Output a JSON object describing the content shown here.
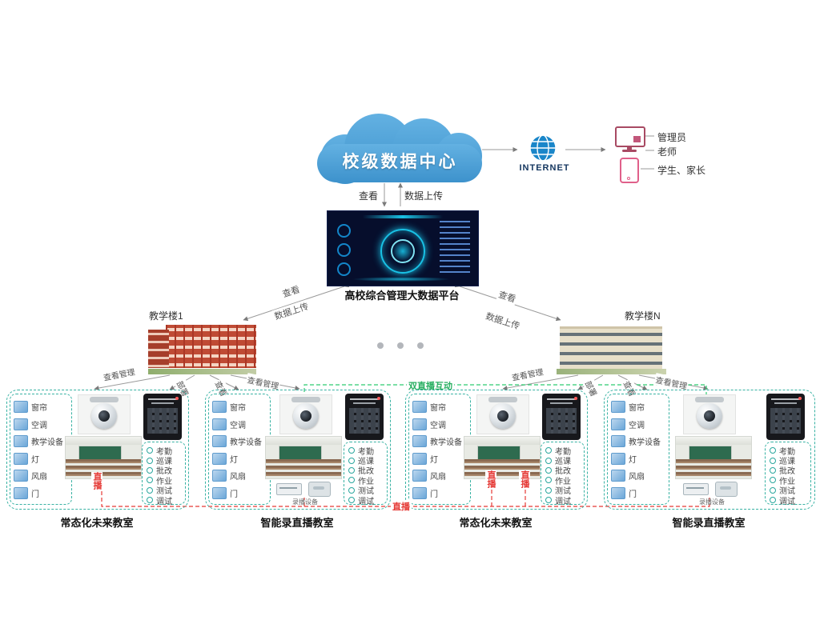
{
  "cloud": {
    "label": "校级数据中心"
  },
  "internet": {
    "label": "INTERNET"
  },
  "users": {
    "admin": "管理员",
    "teacher": "老师",
    "students": "学生、家长"
  },
  "platform": {
    "caption": "高校综合管理大数据平台"
  },
  "edges": {
    "view": "查看",
    "upload": "数据上传",
    "view_manage": "查看管理",
    "deploy": "部署",
    "live": "直播",
    "dual_live": "双直播互动"
  },
  "buildings": {
    "left": "教学楼1",
    "right": "教学楼N"
  },
  "classrooms": [
    {
      "label": "常态化未来教室",
      "devices": [
        "窗帘",
        "空调",
        "教学设备",
        "灯",
        "风扇",
        "门"
      ],
      "functions": [
        "考勤",
        "巡课",
        "批改",
        "作业",
        "测试",
        "调试"
      ]
    },
    {
      "label": "智能录直播教室",
      "devices": [
        "窗帘",
        "空调",
        "教学设备",
        "灯",
        "风扇",
        "门"
      ],
      "functions": [
        "考勤",
        "巡课",
        "批改",
        "作业",
        "测试",
        "调试"
      ],
      "equipment": "录播设备"
    },
    {
      "label": "常态化未来教室",
      "devices": [
        "窗帘",
        "空调",
        "教学设备",
        "灯",
        "风扇",
        "门"
      ],
      "functions": [
        "考勤",
        "巡课",
        "批改",
        "作业",
        "测试",
        "调试"
      ]
    },
    {
      "label": "智能录直播教室",
      "devices": [
        "窗帘",
        "空调",
        "教学设备",
        "灯",
        "风扇",
        "门"
      ],
      "functions": [
        "考勤",
        "巡课",
        "批改",
        "作业",
        "测试",
        "调试"
      ],
      "equipment": "录播设备"
    }
  ]
}
